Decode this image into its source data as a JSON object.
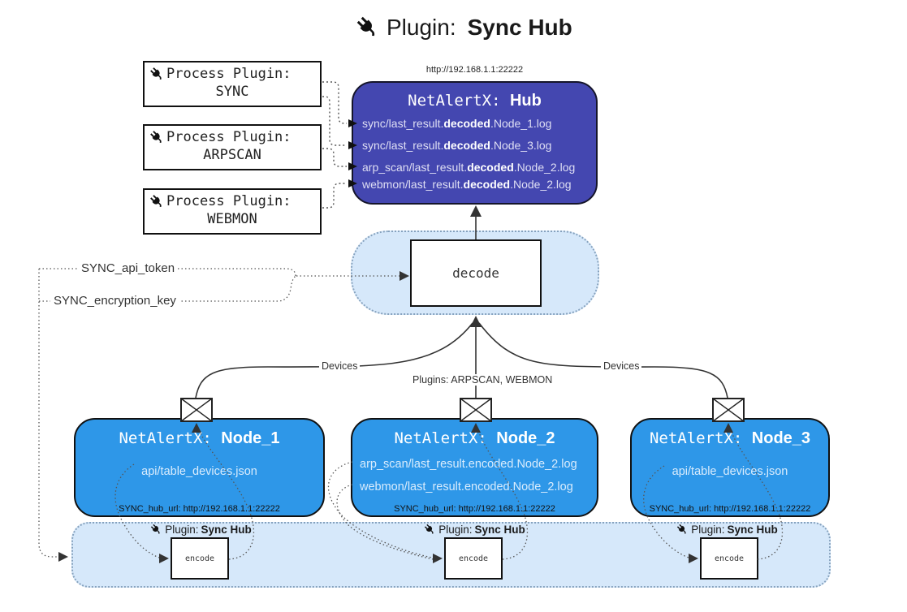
{
  "title": {
    "icon": "plug-icon",
    "prefix": "Plugin:",
    "name": "Sync Hub"
  },
  "process_plugins": [
    {
      "label": "Process Plugin:",
      "name": "SYNC"
    },
    {
      "label": "Process Plugin:",
      "name": "ARPSCAN"
    },
    {
      "label": "Process Plugin:",
      "name": "WEBMON"
    }
  ],
  "hub": {
    "url": "http://192.168.1.1:22222",
    "title_prefix": "NetAlertX: ",
    "title_name": "Hub",
    "logs": [
      {
        "pre": "sync/last_result.",
        "bold": "decoded",
        "post": ".Node_1.log"
      },
      {
        "pre": "sync/last_result.",
        "bold": "decoded",
        "post": ".Node_3.log"
      },
      {
        "pre": "arp_scan/last_result.",
        "bold": "decoded",
        "post": ".Node_2.log"
      },
      {
        "pre": "webmon/last_result.",
        "bold": "decoded",
        "post": ".Node_2.log"
      }
    ]
  },
  "decode": {
    "label": "decode"
  },
  "tokens": {
    "api_token": "SYNC_api_token",
    "encryption_key": "SYNC_encryption_key"
  },
  "edges": {
    "devices_left": "Devices",
    "plugins_mid": "Plugins: ARPSCAN, WEBMON",
    "devices_right": "Devices"
  },
  "nodes": [
    {
      "title_prefix": "NetAlertX: ",
      "title_name": "Node_1",
      "files": [
        "api/table_devices.json"
      ],
      "hub_url": "SYNC_hub_url: http://192.168.1.1:22222"
    },
    {
      "title_prefix": "NetAlertX: ",
      "title_name": "Node_2",
      "files": [
        "arp_scan/last_result.encoded.Node_2.log",
        "webmon/last_result.encoded.Node_2.log"
      ],
      "hub_url": "SYNC_hub_url: http://192.168.1.1:22222"
    },
    {
      "title_prefix": "NetAlertX: ",
      "title_name": "Node_3",
      "files": [
        "api/table_devices.json"
      ],
      "hub_url": "SYNC_hub_url: http://192.168.1.1:22222"
    }
  ],
  "encoders": [
    {
      "prefix": "Plugin: ",
      "name": "Sync Hub",
      "box_label": "encode"
    },
    {
      "prefix": "Plugin: ",
      "name": "Sync Hub",
      "box_label": "encode"
    },
    {
      "prefix": "Plugin: ",
      "name": "Sync Hub",
      "box_label": "encode"
    }
  ],
  "colors": {
    "hub_fill": "#4447B0",
    "node_fill": "#2E97E8",
    "container_fill": "#D6E8FA",
    "container_border": "#86A2BE",
    "line": "#333333"
  }
}
